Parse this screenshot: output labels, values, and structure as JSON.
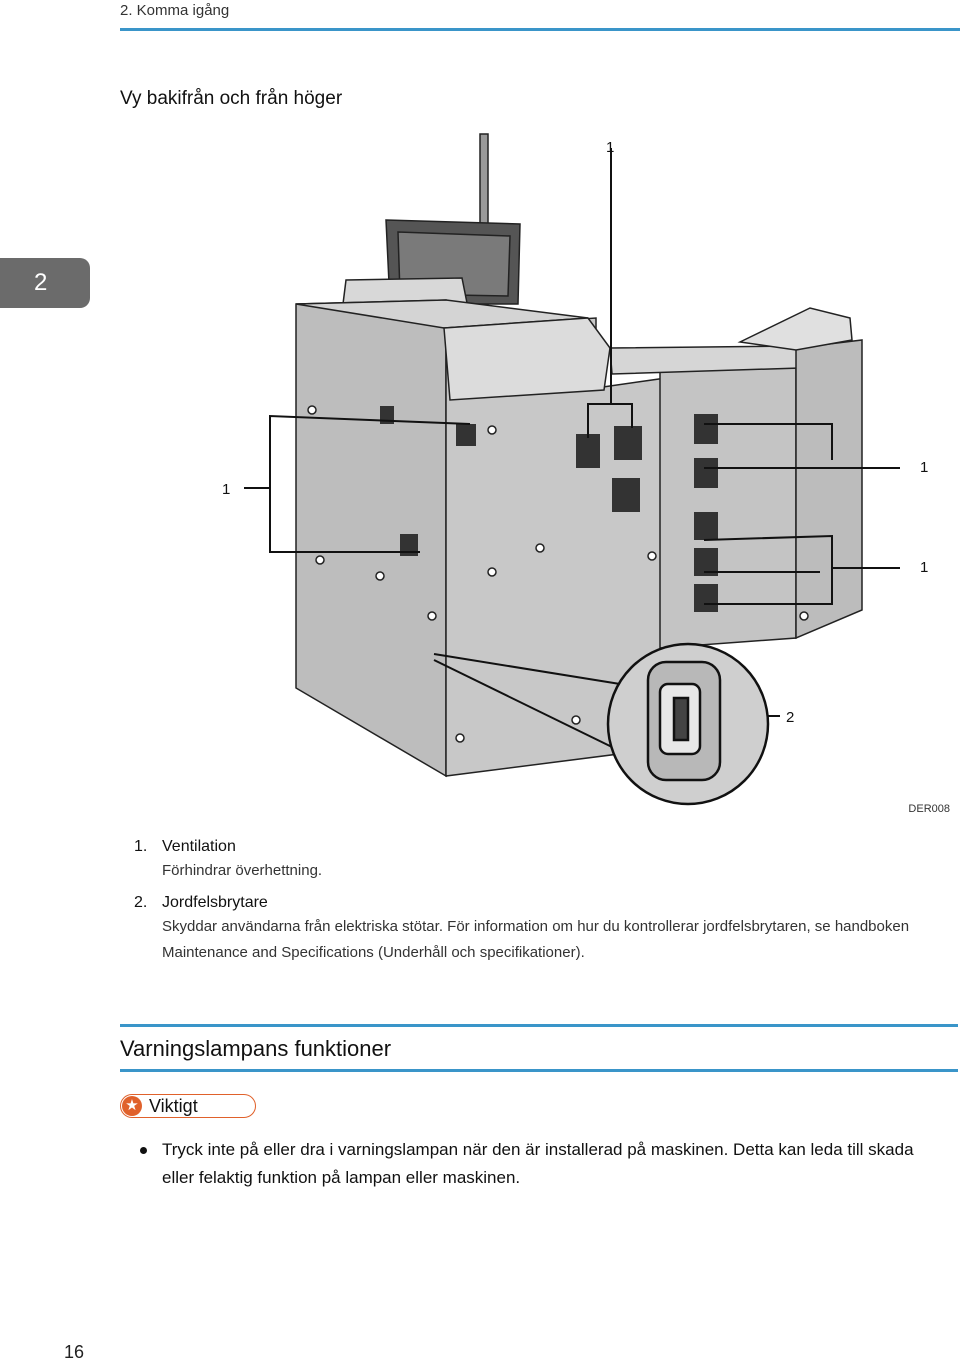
{
  "header": {
    "running_title": "2. Komma igång"
  },
  "chapter_tab": {
    "number": "2"
  },
  "view_title": "Vy bakifrån och från höger",
  "figure": {
    "callouts": [
      "1",
      "1",
      "1",
      "1",
      "2"
    ],
    "code": "DER008"
  },
  "items": [
    {
      "number": "1.",
      "title": "Ventilation",
      "description": "Förhindrar överhettning."
    },
    {
      "number": "2.",
      "title": "Jordfelsbrytare",
      "description": "Skyddar användarna från elektriska stötar. För information om hur du kontrollerar jordfelsbrytaren, se handboken Maintenance and Specifications (Underhåll och specifikationer)."
    }
  ],
  "section": {
    "title": "Varningslampans funktioner"
  },
  "important": {
    "label": "Viktigt",
    "icon": "star-icon"
  },
  "bullets": [
    "Tryck inte på eller dra i varningslampan när den är installerad på maskinen. Detta kan leda till skada eller felaktig funktion på lampan eller maskinen."
  ],
  "footer": {
    "page_number": "16"
  },
  "colors": {
    "accent": "#3a95c9",
    "tab": "#6b6b6b",
    "important": "#e0612b"
  }
}
